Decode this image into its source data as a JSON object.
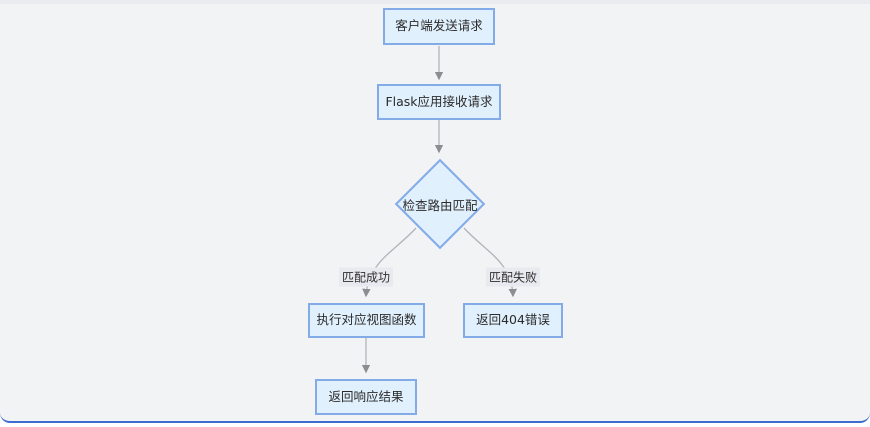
{
  "flowchart": {
    "title": "Flask request handling flowchart",
    "nodes": [
      {
        "id": "client",
        "shape": "rect",
        "label": "客户端发送请求"
      },
      {
        "id": "flask_app",
        "shape": "rect",
        "label": "Flask应用接收请求"
      },
      {
        "id": "route_check",
        "shape": "diamond",
        "label": "检查路由匹配"
      },
      {
        "id": "view_fn",
        "shape": "rect",
        "label": "执行对应视图函数"
      },
      {
        "id": "error_404",
        "shape": "rect",
        "label": "返回404错误"
      },
      {
        "id": "response",
        "shape": "rect",
        "label": "返回响应结果"
      }
    ],
    "edges": [
      {
        "from": "client",
        "to": "flask_app",
        "label": ""
      },
      {
        "from": "flask_app",
        "to": "route_check",
        "label": ""
      },
      {
        "from": "route_check",
        "to": "view_fn",
        "label": "匹配成功"
      },
      {
        "from": "route_check",
        "to": "error_404",
        "label": "匹配失败"
      },
      {
        "from": "view_fn",
        "to": "response",
        "label": ""
      }
    ],
    "colors": {
      "canvas_bg": "#f2f3f5",
      "top_strip": "#eaebee",
      "node_fill": "#e0f0fd",
      "node_border": "#82abe8",
      "node_text": "#2b2b2b",
      "edge_line": "#b3b3b8",
      "edge_arrow": "#8c8c91",
      "edge_label_bg": "#e9e9f0",
      "frame_border": "#3d6ecf"
    }
  }
}
